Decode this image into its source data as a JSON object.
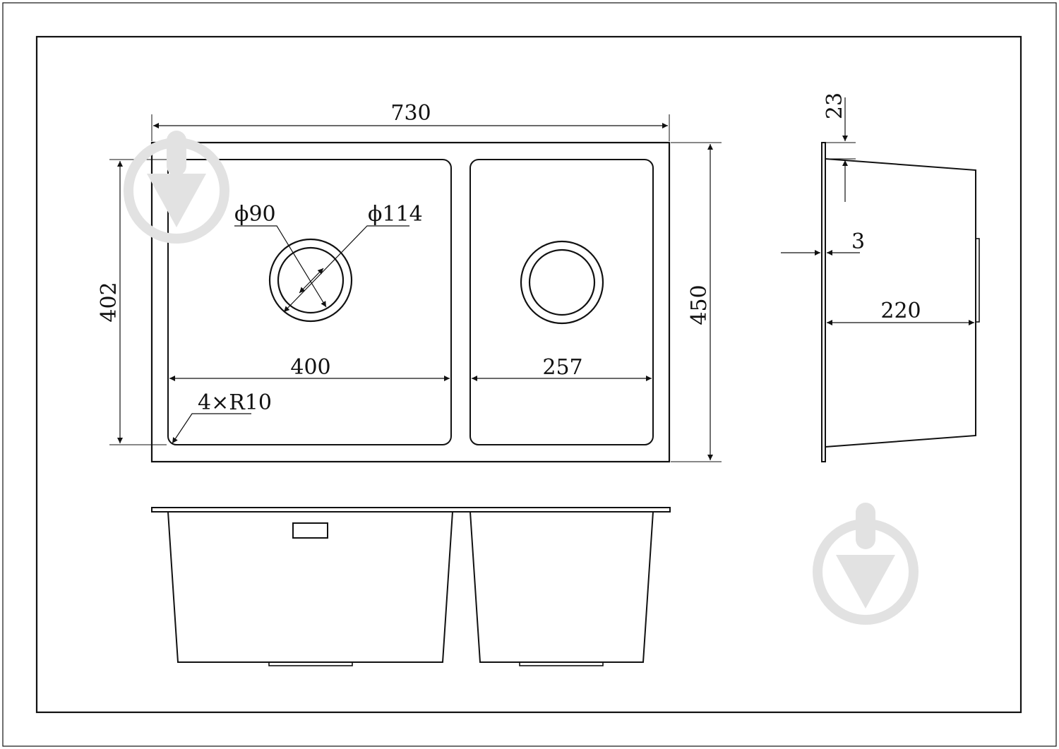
{
  "colors": {
    "line": "#111111",
    "watermark": "#e2e2e2",
    "background": "#ffffff"
  },
  "icons": [
    "drop-logo-icon"
  ],
  "labels": {
    "overall_width": "730",
    "bowl_depth_inner": "402",
    "overall_depth": "450",
    "drain_inner": "ϕ90",
    "drain_outer": "ϕ114",
    "left_bowl_width": "400",
    "right_bowl_width": "257",
    "corner_radius": "4×R10",
    "flange_height": "23",
    "thickness": "3",
    "bowl_height": "220"
  }
}
